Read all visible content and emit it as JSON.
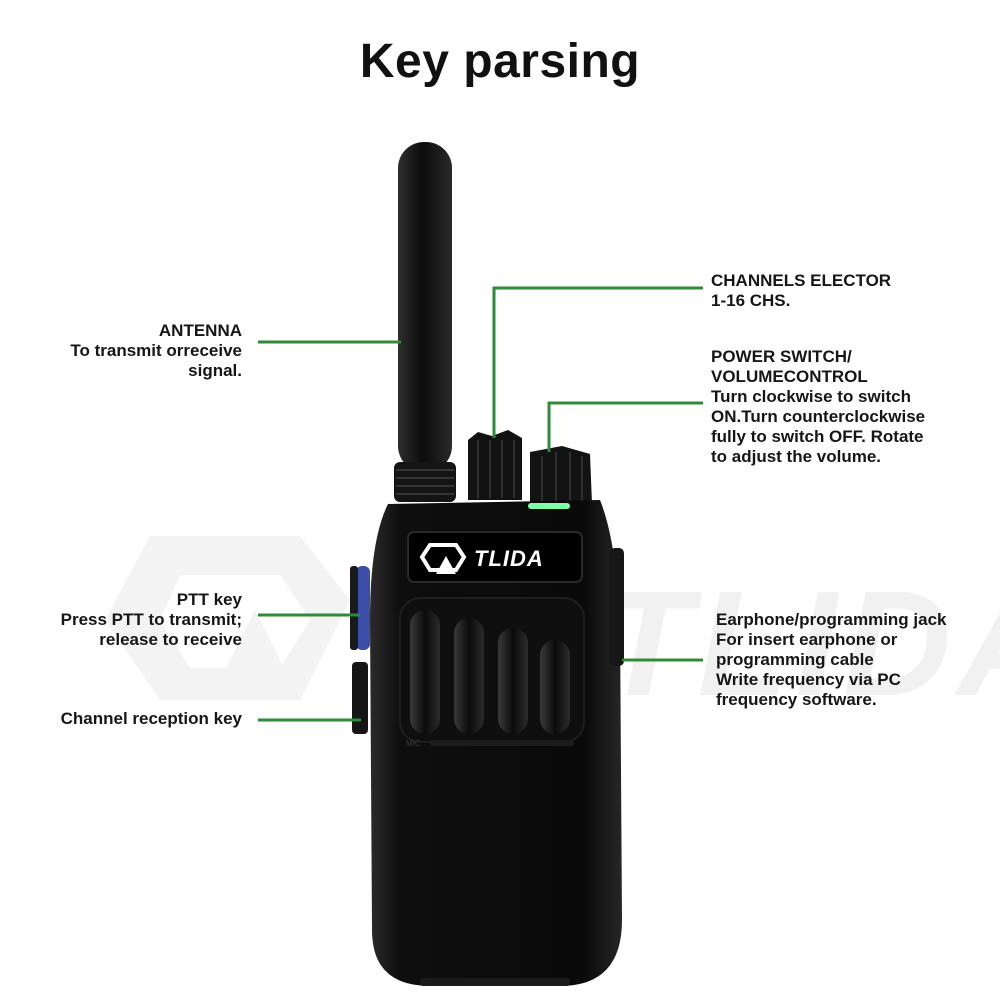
{
  "title": "Key parsing",
  "brand": "TLIDA",
  "mic_label": "MIC",
  "watermark": "TLIDA",
  "colors": {
    "leader_line": "#2f8a3a",
    "device_body": "#0d0d0d",
    "ptt_button": "#3b4fa8",
    "led": "#7dffa8"
  },
  "annotations": {
    "antenna": {
      "lines": [
        "ANTENNA",
        "To transmit orreceive",
        "signal."
      ]
    },
    "ptt": {
      "lines": [
        "PTT key",
        "Press PTT to transmit;",
        "release to receive"
      ]
    },
    "channel_reception": {
      "lines": [
        "Channel reception key"
      ]
    },
    "channel_selector": {
      "lines": [
        "CHANNELS ELECTOR",
        "1-16 CHS."
      ]
    },
    "power_switch": {
      "lines": [
        "POWER SWITCH/",
        "VOLUMECONTROL",
        "Turn clockwise to switch",
        "ON.Turn counterclockwise",
        "fully to switch OFF. Rotate",
        "to adjust the volume."
      ]
    },
    "earphone_jack": {
      "lines": [
        "Earphone/programming jack",
        "For insert earphone or",
        "programming cable",
        "Write frequency via PC",
        "frequency software."
      ]
    }
  }
}
